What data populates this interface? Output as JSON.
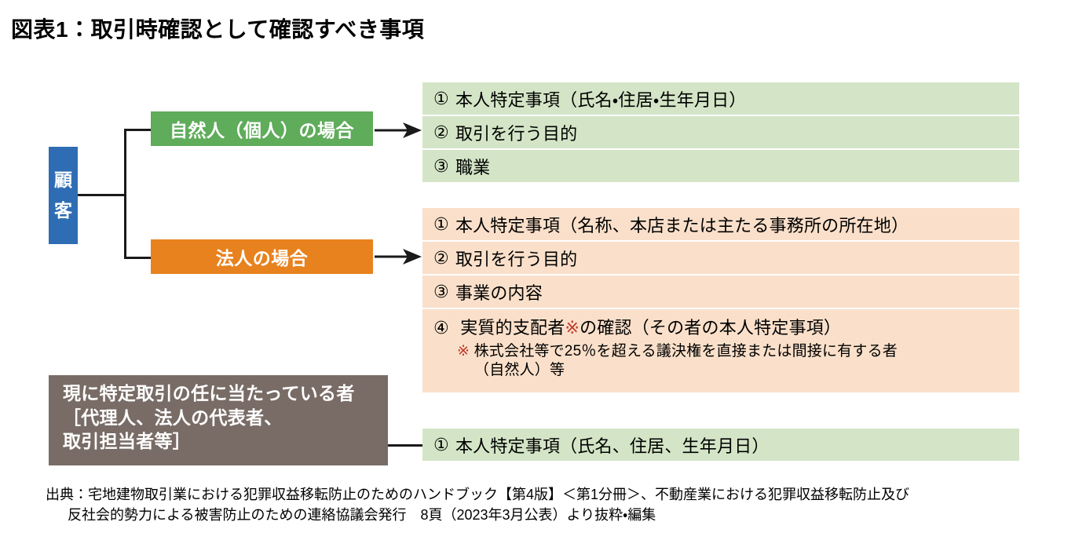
{
  "title": "図表1：取引時確認として確認すべき事項",
  "customer": {
    "label_char_1": "顧",
    "label_char_2": "客",
    "color": "#2E6DB4"
  },
  "categories": [
    {
      "name": "natural-person",
      "label": "自然人（個人）の場合",
      "color": "#5FAC5B"
    },
    {
      "name": "corporation",
      "label": "法人の場合",
      "color": "#E8821E"
    }
  ],
  "natural_person_items": [
    {
      "num": "①",
      "text": "本人特定事項（氏名・住居・生年月日）"
    },
    {
      "num": "②",
      "text": "取引を行う目的"
    },
    {
      "num": "③",
      "text": "職業"
    }
  ],
  "corporation_items": [
    {
      "num": "①",
      "text": "本人特定事項（名称、本店または主たる事務所の所在地）"
    },
    {
      "num": "②",
      "text": "取引を行う目的"
    },
    {
      "num": "③",
      "text": "事業の内容"
    },
    {
      "num": "④",
      "text_before_mark": "実質的支配者",
      "mark": "※",
      "text_after_mark": "の確認（その者の本人特定事項）",
      "note_mark": "※",
      "note_line_1": "株式会社等で25％を超える議決権を直接または間接に有する者",
      "note_line_2": "（自然人）等"
    }
  ],
  "agent": {
    "line_1": "現に特定取引の任に当たっている者",
    "line_2": "［代理人、法人の代表者、",
    "line_3": "取引担当者等］",
    "color": "#796C66"
  },
  "agent_items": [
    {
      "num": "①",
      "text": "本人特定事項（氏名、住居、生年月日）"
    }
  ],
  "source": {
    "line_1": "出典：宅地建物取引業における犯罪収益移転防止のためのハンドブック【第4版】＜第1分冊＞、不動産業における犯罪収益移転防止及び",
    "line_2": "反社会的勢力による被害防止のための連絡協議会発行　8頁（2023年3月公表）より抜粋・編集"
  },
  "colors": {
    "green_row": "#D3E5C6",
    "orange_row": "#FAE0CA",
    "mark_red": "#C0392B",
    "line": "#1a1a1a"
  }
}
